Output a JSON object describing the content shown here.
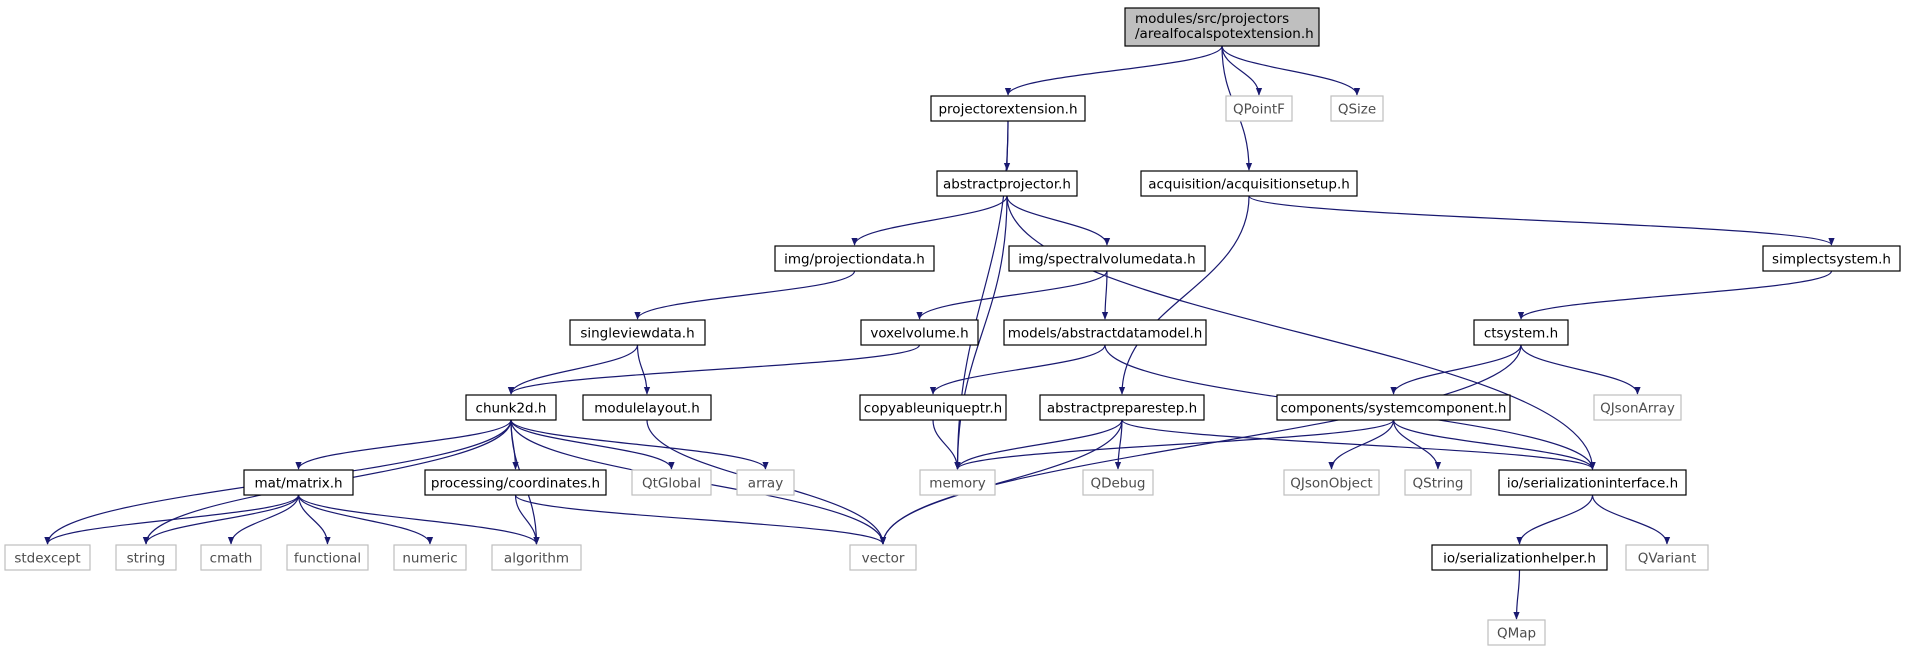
{
  "nodes": {
    "root": {
      "lines": [
        "modules/src/projectors",
        "/arealfocalspotextension.h"
      ],
      "kind": "root"
    },
    "projectorextension": {
      "lines": [
        "projectorextension.h"
      ],
      "kind": "file"
    },
    "qpointf": {
      "lines": [
        "QPointF"
      ],
      "kind": "sys"
    },
    "qsize": {
      "lines": [
        "QSize"
      ],
      "kind": "sys"
    },
    "abstractprojector": {
      "lines": [
        "abstractprojector.h"
      ],
      "kind": "file"
    },
    "acquisitionsetup": {
      "lines": [
        "acquisition/acquisitionsetup.h"
      ],
      "kind": "file"
    },
    "projectiondata": {
      "lines": [
        "img/projectiondata.h"
      ],
      "kind": "file"
    },
    "spectralvolumedata": {
      "lines": [
        "img/spectralvolumedata.h"
      ],
      "kind": "file"
    },
    "simplectsystem": {
      "lines": [
        "simplectsystem.h"
      ],
      "kind": "file"
    },
    "singleviewdata": {
      "lines": [
        "singleviewdata.h"
      ],
      "kind": "file"
    },
    "voxelvolume": {
      "lines": [
        "voxelvolume.h"
      ],
      "kind": "file"
    },
    "abstractdatamodel": {
      "lines": [
        "models/abstractdatamodel.h"
      ],
      "kind": "file"
    },
    "ctsystem": {
      "lines": [
        "ctsystem.h"
      ],
      "kind": "file"
    },
    "chunk2d": {
      "lines": [
        "chunk2d.h"
      ],
      "kind": "file"
    },
    "modulelayout": {
      "lines": [
        "modulelayout.h"
      ],
      "kind": "file"
    },
    "copyableuniqueptr": {
      "lines": [
        "copyableuniqueptr.h"
      ],
      "kind": "file"
    },
    "abstractpreparestep": {
      "lines": [
        "abstractpreparestep.h"
      ],
      "kind": "file"
    },
    "systemcomponent": {
      "lines": [
        "components/systemcomponent.h"
      ],
      "kind": "file"
    },
    "qjsonarray": {
      "lines": [
        "QJsonArray"
      ],
      "kind": "sys"
    },
    "matrix": {
      "lines": [
        "mat/matrix.h"
      ],
      "kind": "file"
    },
    "coordinates": {
      "lines": [
        "processing/coordinates.h"
      ],
      "kind": "file"
    },
    "qtglobal": {
      "lines": [
        "QtGlobal"
      ],
      "kind": "sys"
    },
    "array": {
      "lines": [
        "array"
      ],
      "kind": "sys"
    },
    "memory": {
      "lines": [
        "memory"
      ],
      "kind": "sys"
    },
    "qdebug": {
      "lines": [
        "QDebug"
      ],
      "kind": "sys"
    },
    "qjsonobject": {
      "lines": [
        "QJsonObject"
      ],
      "kind": "sys"
    },
    "qstring": {
      "lines": [
        "QString"
      ],
      "kind": "sys"
    },
    "serializationinterface": {
      "lines": [
        "io/serializationinterface.h"
      ],
      "kind": "file"
    },
    "stdexcept": {
      "lines": [
        "stdexcept"
      ],
      "kind": "sys"
    },
    "string": {
      "lines": [
        "string"
      ],
      "kind": "sys"
    },
    "cmath": {
      "lines": [
        "cmath"
      ],
      "kind": "sys"
    },
    "functional": {
      "lines": [
        "functional"
      ],
      "kind": "sys"
    },
    "numeric": {
      "lines": [
        "numeric"
      ],
      "kind": "sys"
    },
    "algorithm": {
      "lines": [
        "algorithm"
      ],
      "kind": "sys"
    },
    "vector": {
      "lines": [
        "vector"
      ],
      "kind": "sys"
    },
    "serializationhelper": {
      "lines": [
        "io/serializationhelper.h"
      ],
      "kind": "file"
    },
    "qvariant": {
      "lines": [
        "QVariant"
      ],
      "kind": "sys"
    },
    "qmap": {
      "lines": [
        "QMap"
      ],
      "kind": "sys"
    }
  },
  "edges": [
    [
      "root",
      "projectorextension"
    ],
    [
      "root",
      "acquisitionsetup"
    ],
    [
      "root",
      "qpointf"
    ],
    [
      "root",
      "qsize"
    ],
    [
      "projectorextension",
      "abstractprojector"
    ],
    [
      "projectorextension",
      "memory"
    ],
    [
      "abstractprojector",
      "projectiondata"
    ],
    [
      "abstractprojector",
      "spectralvolumedata"
    ],
    [
      "abstractprojector",
      "memory"
    ],
    [
      "abstractprojector",
      "serializationinterface"
    ],
    [
      "acquisitionsetup",
      "abstractpreparestep"
    ],
    [
      "acquisitionsetup",
      "simplectsystem"
    ],
    [
      "projectiondata",
      "singleviewdata"
    ],
    [
      "spectralvolumedata",
      "voxelvolume"
    ],
    [
      "spectralvolumedata",
      "abstractdatamodel"
    ],
    [
      "simplectsystem",
      "ctsystem"
    ],
    [
      "singleviewdata",
      "chunk2d"
    ],
    [
      "singleviewdata",
      "modulelayout"
    ],
    [
      "voxelvolume",
      "chunk2d"
    ],
    [
      "abstractdatamodel",
      "copyableuniqueptr"
    ],
    [
      "abstractdatamodel",
      "serializationinterface"
    ],
    [
      "ctsystem",
      "systemcomponent"
    ],
    [
      "ctsystem",
      "qjsonarray"
    ],
    [
      "ctsystem",
      "vector"
    ],
    [
      "chunk2d",
      "matrix"
    ],
    [
      "chunk2d",
      "coordinates"
    ],
    [
      "chunk2d",
      "qtglobal"
    ],
    [
      "chunk2d",
      "array"
    ],
    [
      "chunk2d",
      "stdexcept"
    ],
    [
      "chunk2d",
      "string"
    ],
    [
      "chunk2d",
      "algorithm"
    ],
    [
      "chunk2d",
      "vector"
    ],
    [
      "modulelayout",
      "vector"
    ],
    [
      "copyableuniqueptr",
      "memory"
    ],
    [
      "abstractpreparestep",
      "memory"
    ],
    [
      "abstractpreparestep",
      "qdebug"
    ],
    [
      "abstractpreparestep",
      "vector"
    ],
    [
      "abstractpreparestep",
      "serializationinterface"
    ],
    [
      "systemcomponent",
      "memory"
    ],
    [
      "systemcomponent",
      "qjsonobject"
    ],
    [
      "systemcomponent",
      "qstring"
    ],
    [
      "systemcomponent",
      "serializationinterface"
    ],
    [
      "matrix",
      "stdexcept"
    ],
    [
      "matrix",
      "string"
    ],
    [
      "matrix",
      "cmath"
    ],
    [
      "matrix",
      "functional"
    ],
    [
      "matrix",
      "numeric"
    ],
    [
      "matrix",
      "algorithm"
    ],
    [
      "coordinates",
      "algorithm"
    ],
    [
      "coordinates",
      "vector"
    ],
    [
      "serializationinterface",
      "serializationhelper"
    ],
    [
      "serializationinterface",
      "qvariant"
    ],
    [
      "serializationhelper",
      "qmap"
    ]
  ]
}
